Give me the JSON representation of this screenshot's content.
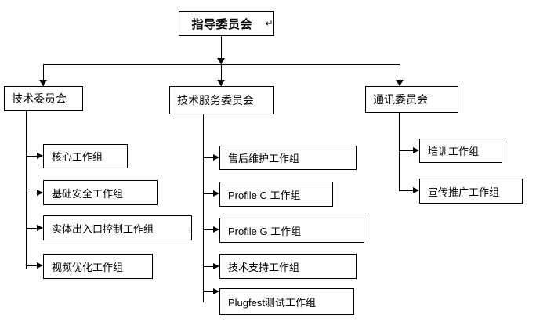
{
  "diagram": {
    "type": "organizational-hierarchy-chart",
    "title_node": {
      "label": "指导委员会",
      "trailing_mark": "↵"
    },
    "level2": [
      {
        "id": "tech",
        "label": "技术委员会"
      },
      {
        "id": "tech-service",
        "label": "技术服务委员会"
      },
      {
        "id": "comms",
        "label": "通讯委员会"
      }
    ],
    "groups": {
      "tech": [
        {
          "label": "核心工作组",
          "trailing_mark": ""
        },
        {
          "label": "基础安全工作组",
          "trailing_mark": ""
        },
        {
          "label": "实体出入口控制工作组",
          "trailing_mark": ","
        },
        {
          "label": "视频优化工作组",
          "trailing_mark": ""
        }
      ],
      "tech-service": [
        {
          "label": "售后维护工作组",
          "trailing_mark": ""
        },
        {
          "label": "Profile C 工作组",
          "trailing_mark": ""
        },
        {
          "label": "Profile G 工作组",
          "trailing_mark": ""
        },
        {
          "label": "技术支持工作组",
          "trailing_mark": ""
        },
        {
          "label": "Plugfest测试工作组",
          "trailing_mark": ""
        }
      ],
      "comms": [
        {
          "label": "培训工作组",
          "trailing_mark": ""
        },
        {
          "label": "宣传推广工作组",
          "trailing_mark": ""
        }
      ]
    },
    "colors": {
      "background": "#ffffff",
      "line": "#000000",
      "text": "#000000"
    }
  }
}
